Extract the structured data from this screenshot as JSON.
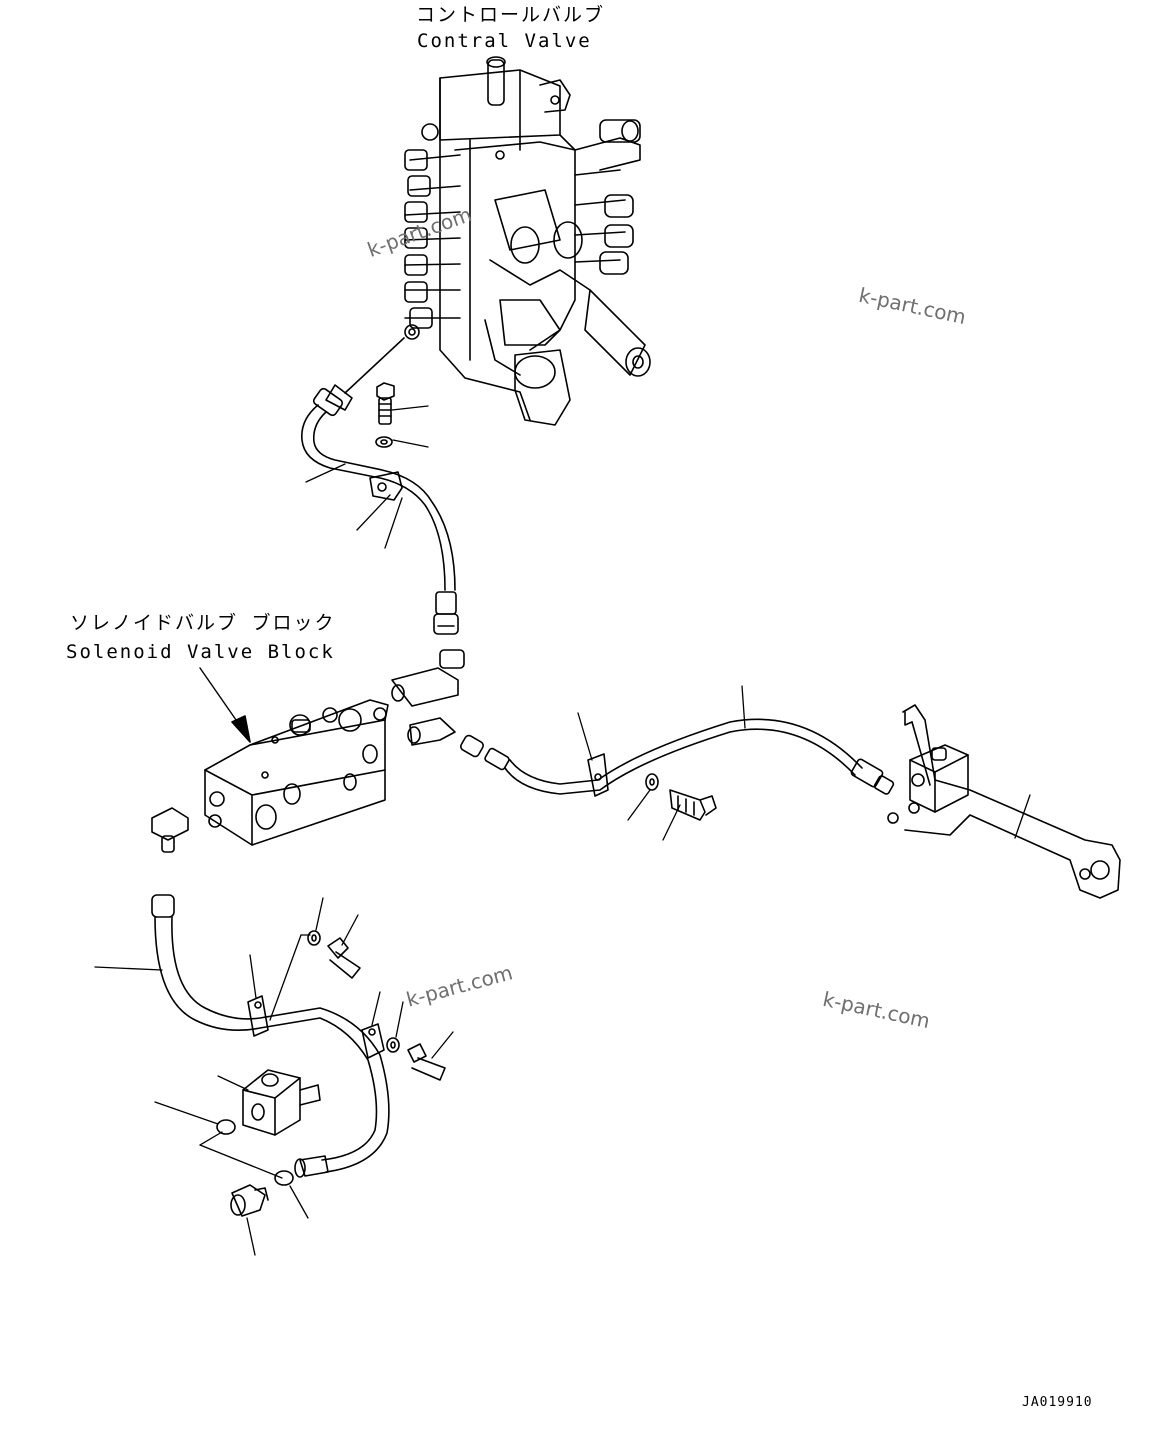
{
  "labels": {
    "control_valve_jp": "コントロールバルブ",
    "control_valve_en": "Contral Valve",
    "solenoid_block_jp": "ソレノイドバルブ ブロック",
    "solenoid_block_en": "Solenoid Valve Block"
  },
  "watermarks": [
    "k-part.com",
    "k-part.com",
    "k-part.com",
    "k-part.com"
  ],
  "drawing_code": "JA019910",
  "colors": {
    "line": "#000000",
    "watermark": "#6f6f6f",
    "background": "#ffffff"
  }
}
